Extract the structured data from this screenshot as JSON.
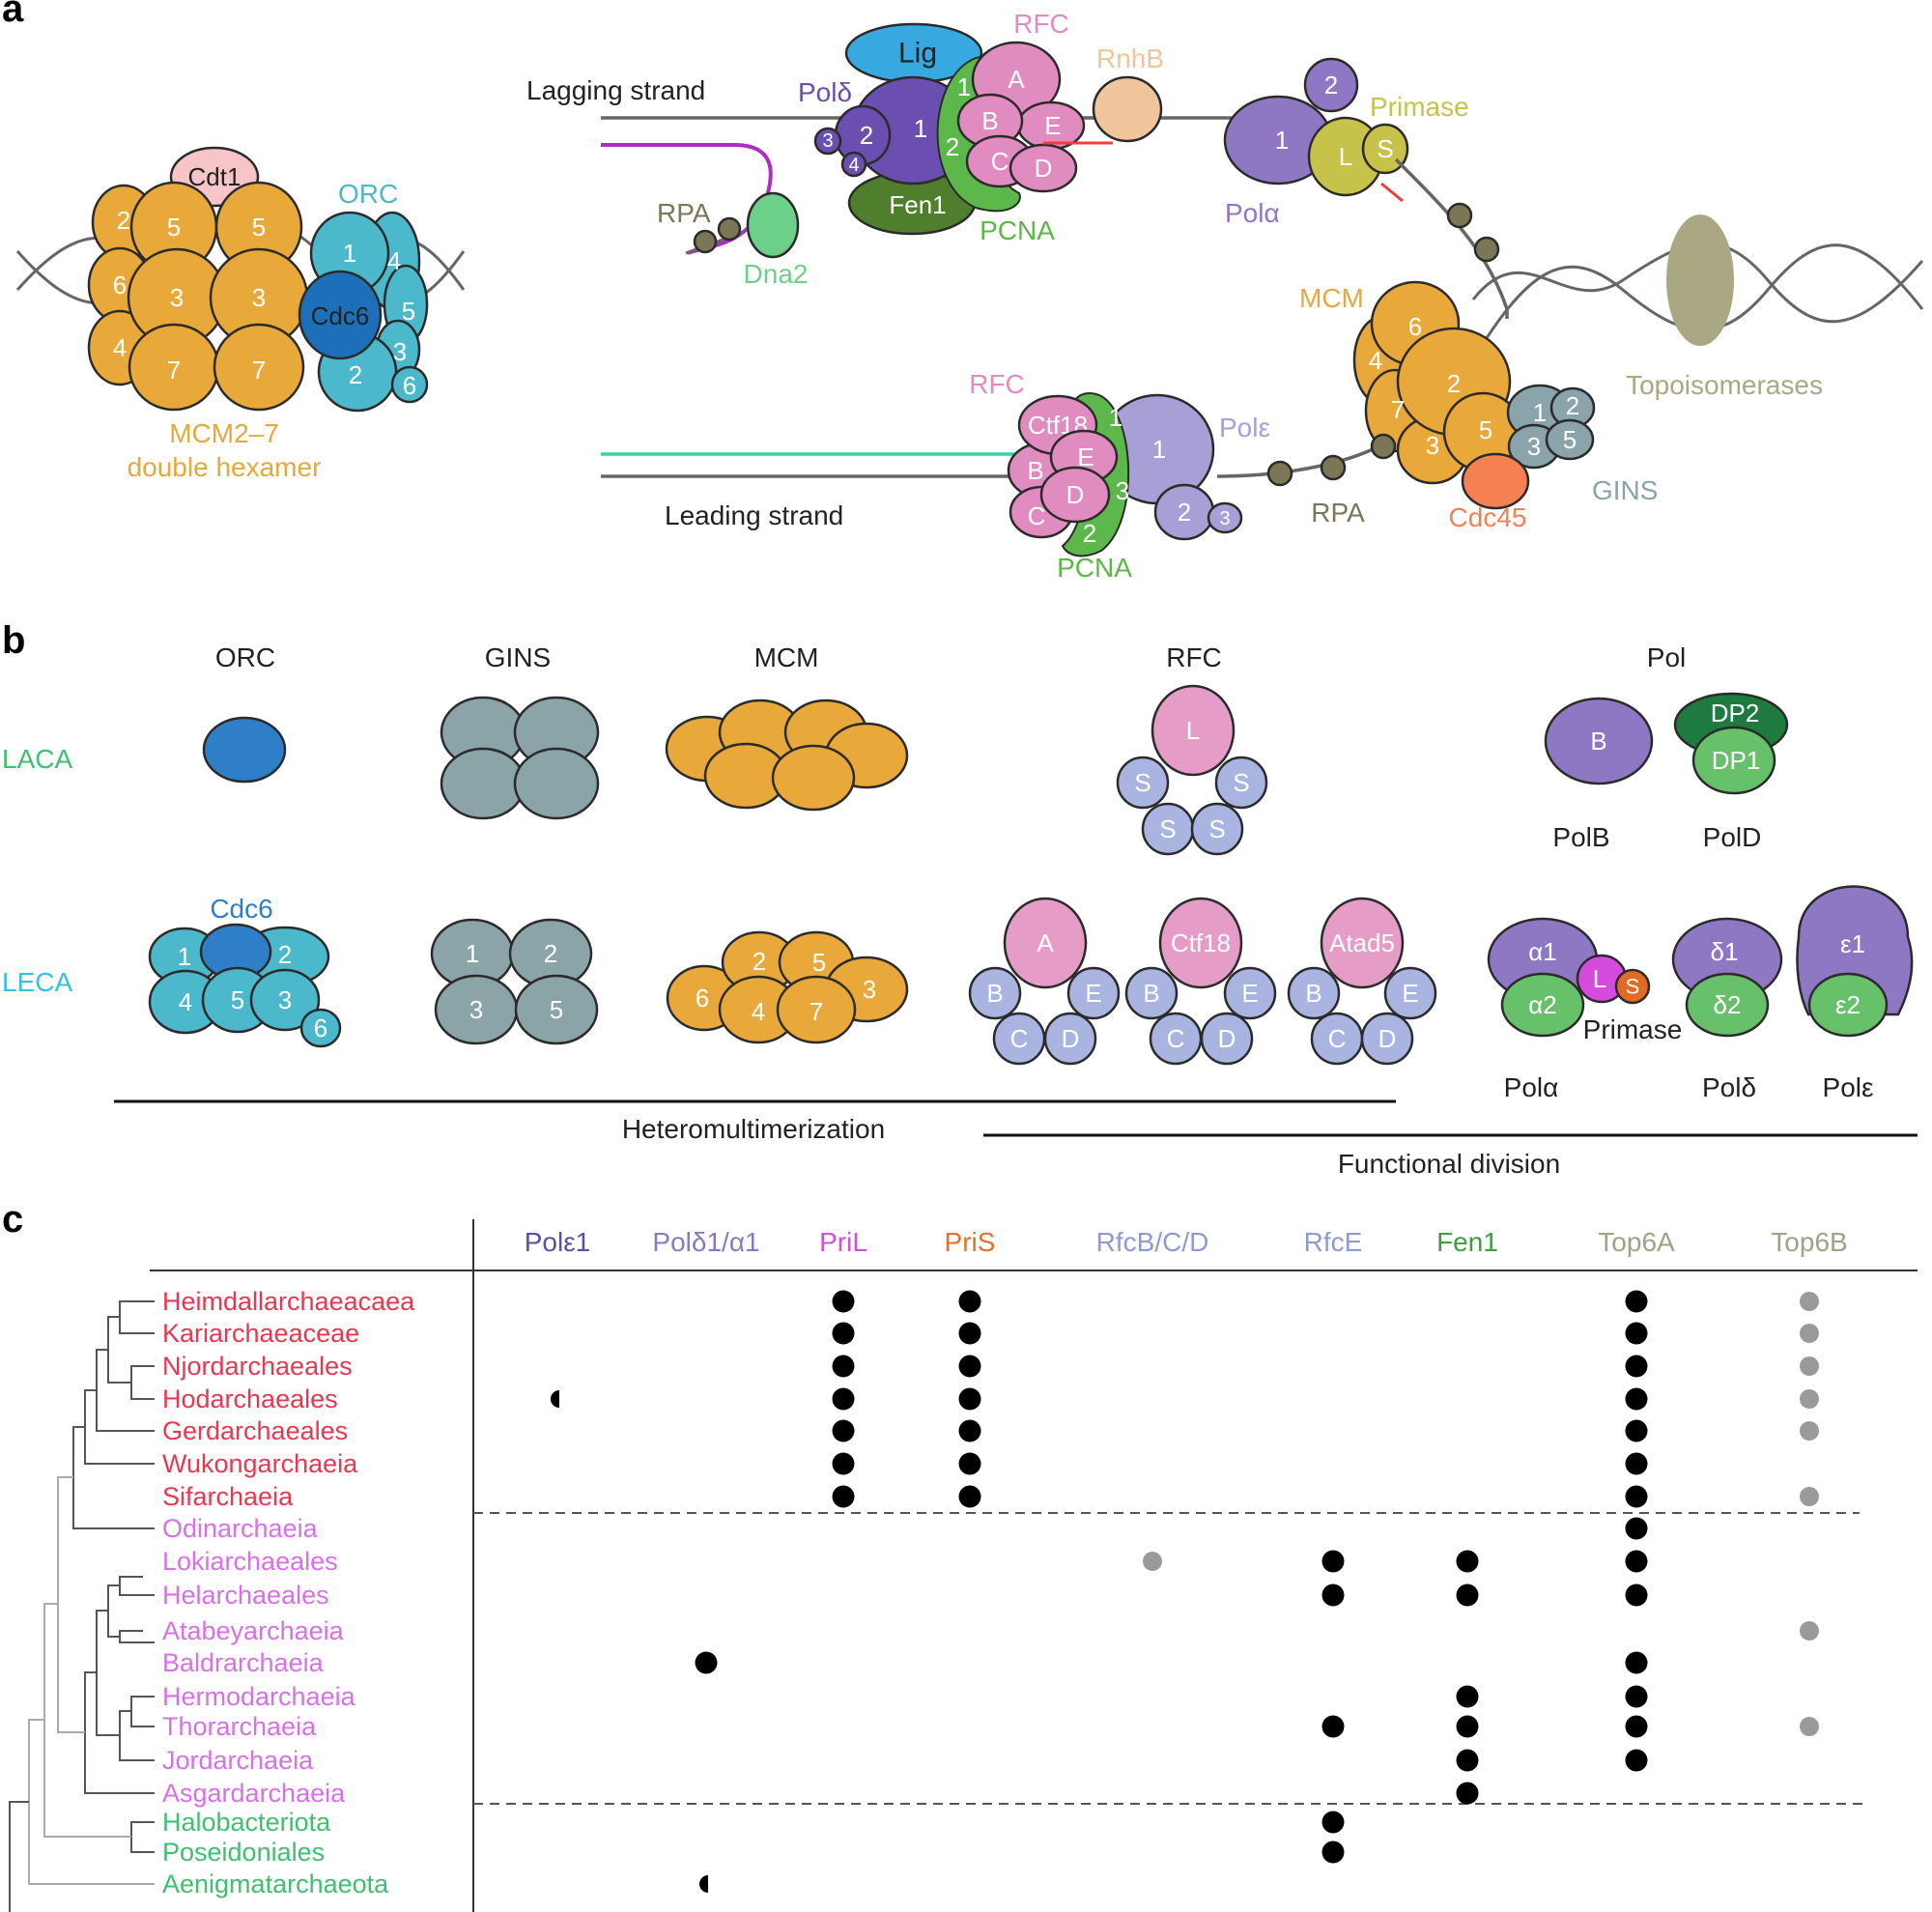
{
  "panels": {
    "a": "a",
    "b": "b",
    "c": "c"
  },
  "panel_a": {
    "mcm_label_1": "MCM2–7",
    "mcm_label_2": "double hexamer",
    "cdt1": "Cdt1",
    "orc": "ORC",
    "cdc6": "Cdc6",
    "mcm_left_numbers": [
      "2",
      "5",
      "5",
      "6",
      "3",
      "3",
      "4",
      "7",
      "7"
    ],
    "orc_numbers": [
      "1",
      "4",
      "5",
      "3",
      "2",
      "6"
    ],
    "lagging_strand": "Lagging strand",
    "leading_strand": "Leading strand",
    "lig": "Lig",
    "pol_delta": "Polδ",
    "rfc_top": "RFC",
    "rnhb": "RnhB",
    "fen1": "Fen1",
    "pcna_top": "PCNA",
    "rpa_left": "RPA",
    "dna2": "Dna2",
    "pol_alpha": "Polα",
    "primase": "Primase",
    "mcm_fork": "MCM",
    "topoisomerases": "Topoisomerases",
    "rfc_bottom": "RFC",
    "ctf18": "Ctf18",
    "pol_epsilon": "Polε",
    "pcna_bottom": "PCNA",
    "rpa_bottom": "RPA",
    "cdc45": "Cdc45",
    "gins": "GINS"
  },
  "panel_b": {
    "col_orc": "ORC",
    "col_gins": "GINS",
    "col_mcm": "MCM",
    "col_rfc": "RFC",
    "col_pol": "Pol",
    "row_laca": "LACA",
    "row_leca": "LECA",
    "laca_rfc_large": "L",
    "laca_rfc_small": "S",
    "polb_inner": "B",
    "polb": "PolB",
    "pold": "PolD",
    "dp2": "DP2",
    "dp1": "DP1",
    "cdc6": "Cdc6",
    "leca_orc_numbers": [
      "1",
      "2",
      "4",
      "5",
      "3",
      "6"
    ],
    "leca_gins_numbers": [
      "1",
      "2",
      "3",
      "5"
    ],
    "leca_mcm_numbers": [
      "2",
      "5",
      "3",
      "6",
      "4",
      "7"
    ],
    "rfc_a": "A",
    "rfc_ctf18": "Ctf18",
    "rfc_atad5": "Atad5",
    "alpha1": "α1",
    "alpha2": "α2",
    "primase_l": "L",
    "primase_s": "S",
    "primase": "Primase",
    "delta1": "δ1",
    "delta2": "δ2",
    "eps1": "ε1",
    "eps2": "ε2",
    "pol_alpha": "Polα",
    "pol_delta": "Polδ",
    "pol_eps": "Polε",
    "heteromultimerization": "Heteromultimerization",
    "functional_division": "Functional division"
  },
  "panel_c": {
    "columns": [
      {
        "label": "Polε1",
        "color": "#5b4ea8"
      },
      {
        "label": "Polδ1/α1",
        "color": "#8a78c4"
      },
      {
        "label": "PriL",
        "color": "#d050d8"
      },
      {
        "label": "PriS",
        "color": "#e07030"
      },
      {
        "label": "RfcB/C/D",
        "color": "#8e9ad8"
      },
      {
        "label": "RfcE",
        "color": "#8e9ad8"
      },
      {
        "label": "Fen1",
        "color": "#3f9f3f"
      },
      {
        "label": "Top6A",
        "color": "#9aa585"
      },
      {
        "label": "Top6B",
        "color": "#9aa585"
      }
    ],
    "taxa": [
      {
        "name": "Heimdallarchaeacaea",
        "color": "#e8384f"
      },
      {
        "name": "Kariarchaeaceae",
        "color": "#e8384f"
      },
      {
        "name": "Njordarchaeales",
        "color": "#e8384f"
      },
      {
        "name": "Hodarchaeales",
        "color": "#e8384f"
      },
      {
        "name": "Gerdarchaeales",
        "color": "#e8384f"
      },
      {
        "name": "Wukongarchaeia",
        "color": "#e8384f"
      },
      {
        "name": "Sifarchaeia",
        "color": "#e8384f"
      },
      {
        "name": "Odinarchaeia",
        "color": "#d870e8"
      },
      {
        "name": "Lokiarchaeales",
        "color": "#d870e8"
      },
      {
        "name": "Helarchaeales",
        "color": "#d870e8"
      },
      {
        "name": "Atabeyarchaeia",
        "color": "#d870e8"
      },
      {
        "name": "Baldrarchaeia",
        "color": "#d870e8"
      },
      {
        "name": "Hermodarchaeia",
        "color": "#d870e8"
      },
      {
        "name": "Thorarchaeia",
        "color": "#d870e8"
      },
      {
        "name": "Jordarchaeia",
        "color": "#d870e8"
      },
      {
        "name": "Asgardarchaeia",
        "color": "#d870e8"
      },
      {
        "name": "Halobacteriota",
        "color": "#3fbf70"
      },
      {
        "name": "Poseidoniales",
        "color": "#3fbf70"
      },
      {
        "name": "Aenigmatarchaeota",
        "color": "#3fbf70"
      }
    ],
    "presence": [
      {
        "row": 0,
        "col": 2,
        "kind": "full"
      },
      {
        "row": 0,
        "col": 3,
        "kind": "full"
      },
      {
        "row": 0,
        "col": 7,
        "kind": "full"
      },
      {
        "row": 0,
        "col": 8,
        "kind": "grey"
      },
      {
        "row": 1,
        "col": 2,
        "kind": "full"
      },
      {
        "row": 1,
        "col": 3,
        "kind": "full"
      },
      {
        "row": 1,
        "col": 7,
        "kind": "full"
      },
      {
        "row": 1,
        "col": 8,
        "kind": "grey"
      },
      {
        "row": 2,
        "col": 2,
        "kind": "full"
      },
      {
        "row": 2,
        "col": 3,
        "kind": "full"
      },
      {
        "row": 2,
        "col": 7,
        "kind": "full"
      },
      {
        "row": 2,
        "col": 8,
        "kind": "grey"
      },
      {
        "row": 3,
        "col": 0,
        "kind": "half"
      },
      {
        "row": 3,
        "col": 2,
        "kind": "full"
      },
      {
        "row": 3,
        "col": 3,
        "kind": "full"
      },
      {
        "row": 3,
        "col": 7,
        "kind": "full"
      },
      {
        "row": 3,
        "col": 8,
        "kind": "grey"
      },
      {
        "row": 4,
        "col": 2,
        "kind": "full"
      },
      {
        "row": 4,
        "col": 3,
        "kind": "full"
      },
      {
        "row": 4,
        "col": 7,
        "kind": "full"
      },
      {
        "row": 4,
        "col": 8,
        "kind": "grey"
      },
      {
        "row": 5,
        "col": 2,
        "kind": "full"
      },
      {
        "row": 5,
        "col": 3,
        "kind": "full"
      },
      {
        "row": 5,
        "col": 7,
        "kind": "full"
      },
      {
        "row": 6,
        "col": 2,
        "kind": "full"
      },
      {
        "row": 6,
        "col": 3,
        "kind": "full"
      },
      {
        "row": 6,
        "col": 7,
        "kind": "full"
      },
      {
        "row": 6,
        "col": 8,
        "kind": "grey"
      },
      {
        "row": 7,
        "col": 7,
        "kind": "full"
      },
      {
        "row": 8,
        "col": 4,
        "kind": "grey"
      },
      {
        "row": 8,
        "col": 5,
        "kind": "full"
      },
      {
        "row": 8,
        "col": 6,
        "kind": "full"
      },
      {
        "row": 8,
        "col": 7,
        "kind": "full"
      },
      {
        "row": 9,
        "col": 5,
        "kind": "full"
      },
      {
        "row": 9,
        "col": 6,
        "kind": "full"
      },
      {
        "row": 9,
        "col": 7,
        "kind": "full"
      },
      {
        "row": 10,
        "col": 8,
        "kind": "grey"
      },
      {
        "row": 11,
        "col": 1,
        "kind": "full"
      },
      {
        "row": 11,
        "col": 7,
        "kind": "full"
      },
      {
        "row": 12,
        "col": 6,
        "kind": "full"
      },
      {
        "row": 12,
        "col": 7,
        "kind": "full"
      },
      {
        "row": 13,
        "col": 5,
        "kind": "full"
      },
      {
        "row": 13,
        "col": 6,
        "kind": "full"
      },
      {
        "row": 13,
        "col": 7,
        "kind": "full"
      },
      {
        "row": 13,
        "col": 8,
        "kind": "grey"
      },
      {
        "row": 14,
        "col": 6,
        "kind": "full"
      },
      {
        "row": 14,
        "col": 7,
        "kind": "full"
      },
      {
        "row": 15,
        "col": 6,
        "kind": "full"
      },
      {
        "row": 16,
        "col": 5,
        "kind": "full"
      },
      {
        "row": 17,
        "col": 5,
        "kind": "full"
      },
      {
        "row": 18,
        "col": 1,
        "kind": "half"
      }
    ],
    "colors": {
      "full": "#000000",
      "grey": "#9a9a9a"
    }
  }
}
